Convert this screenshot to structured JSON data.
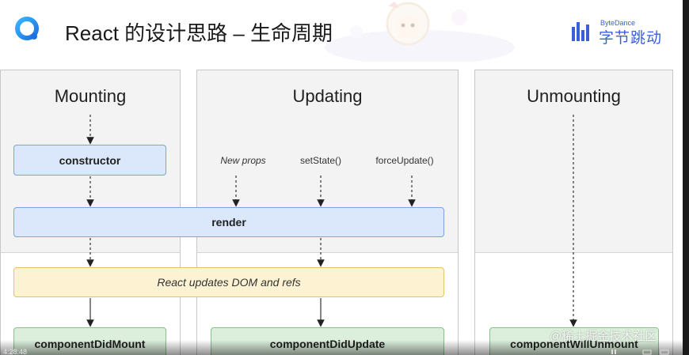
{
  "header": {
    "title": "React 的设计思路 – 生命周期",
    "brand_small": "ByteDance",
    "brand_big": "字节跳动",
    "logo_icon": "q-ring-logo-icon"
  },
  "phases": [
    {
      "title": "Mounting"
    },
    {
      "title": "Updating"
    },
    {
      "title": "Unmounting"
    }
  ],
  "boxes": {
    "constructor": "constructor",
    "render": "render",
    "react_updates": "React updates DOM and refs",
    "did_mount": "componentDidMount",
    "did_update": "componentDidUpdate",
    "will_unmount": "componentWillUnmount"
  },
  "triggers": {
    "new_props": "New props",
    "set_state": "setState()",
    "force_update": "forceUpdate()"
  },
  "overlay": {
    "watermark": "@稀土掘金技术社区",
    "timecode": "4:28:48"
  },
  "colors": {
    "brand_blue": "#3b5fd9",
    "box_blue_fill": "#dbe8fb",
    "box_blue_border": "#7da2dc",
    "box_yellow_fill": "#fdf3d2",
    "box_green_fill": "#dcefdc"
  }
}
